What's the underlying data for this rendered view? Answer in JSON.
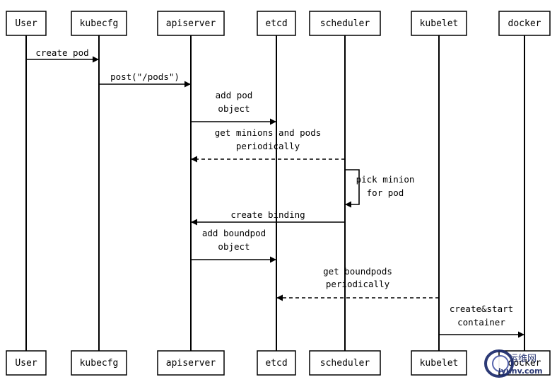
{
  "participants": [
    {
      "id": "user",
      "label": "User"
    },
    {
      "id": "kubecfg",
      "label": "kubecfg"
    },
    {
      "id": "apiserver",
      "label": "apiserver"
    },
    {
      "id": "etcd",
      "label": "etcd"
    },
    {
      "id": "scheduler",
      "label": "scheduler"
    },
    {
      "id": "kubelet",
      "label": "kubelet"
    },
    {
      "id": "docker",
      "label": "docker"
    }
  ],
  "messages": [
    {
      "id": "create-pod",
      "from": "user",
      "to": "kubecfg",
      "style": "solid",
      "lines": [
        "create pod"
      ]
    },
    {
      "id": "post-pods",
      "from": "kubecfg",
      "to": "apiserver",
      "style": "solid",
      "lines": [
        "post(\"/pods\")"
      ]
    },
    {
      "id": "add-pod-object",
      "from": "apiserver",
      "to": "etcd",
      "style": "solid",
      "lines": [
        "add pod",
        "object"
      ]
    },
    {
      "id": "get-minions-pods",
      "from": "scheduler",
      "to": "apiserver",
      "style": "dashed",
      "lines": [
        "get minions and pods",
        "periodically"
      ]
    },
    {
      "id": "pick-minion",
      "from": "scheduler",
      "to": "scheduler",
      "style": "self",
      "lines": [
        "pick minion",
        "for pod"
      ]
    },
    {
      "id": "create-binding",
      "from": "scheduler",
      "to": "apiserver",
      "style": "solid",
      "lines": [
        "create binding"
      ]
    },
    {
      "id": "add-boundpod-object",
      "from": "apiserver",
      "to": "etcd",
      "style": "solid",
      "lines": [
        "add boundpod",
        "object"
      ]
    },
    {
      "id": "get-boundpods",
      "from": "kubelet",
      "to": "etcd",
      "style": "dashed",
      "lines": [
        "get boundpods",
        "periodically"
      ]
    },
    {
      "id": "create-start-container",
      "from": "kubelet",
      "to": "docker",
      "style": "solid",
      "lines": [
        "create&start",
        "container"
      ]
    }
  ],
  "watermark": {
    "title": "运维网",
    "subtitle": "iyunv.com",
    "color": "#1b2a6b"
  }
}
